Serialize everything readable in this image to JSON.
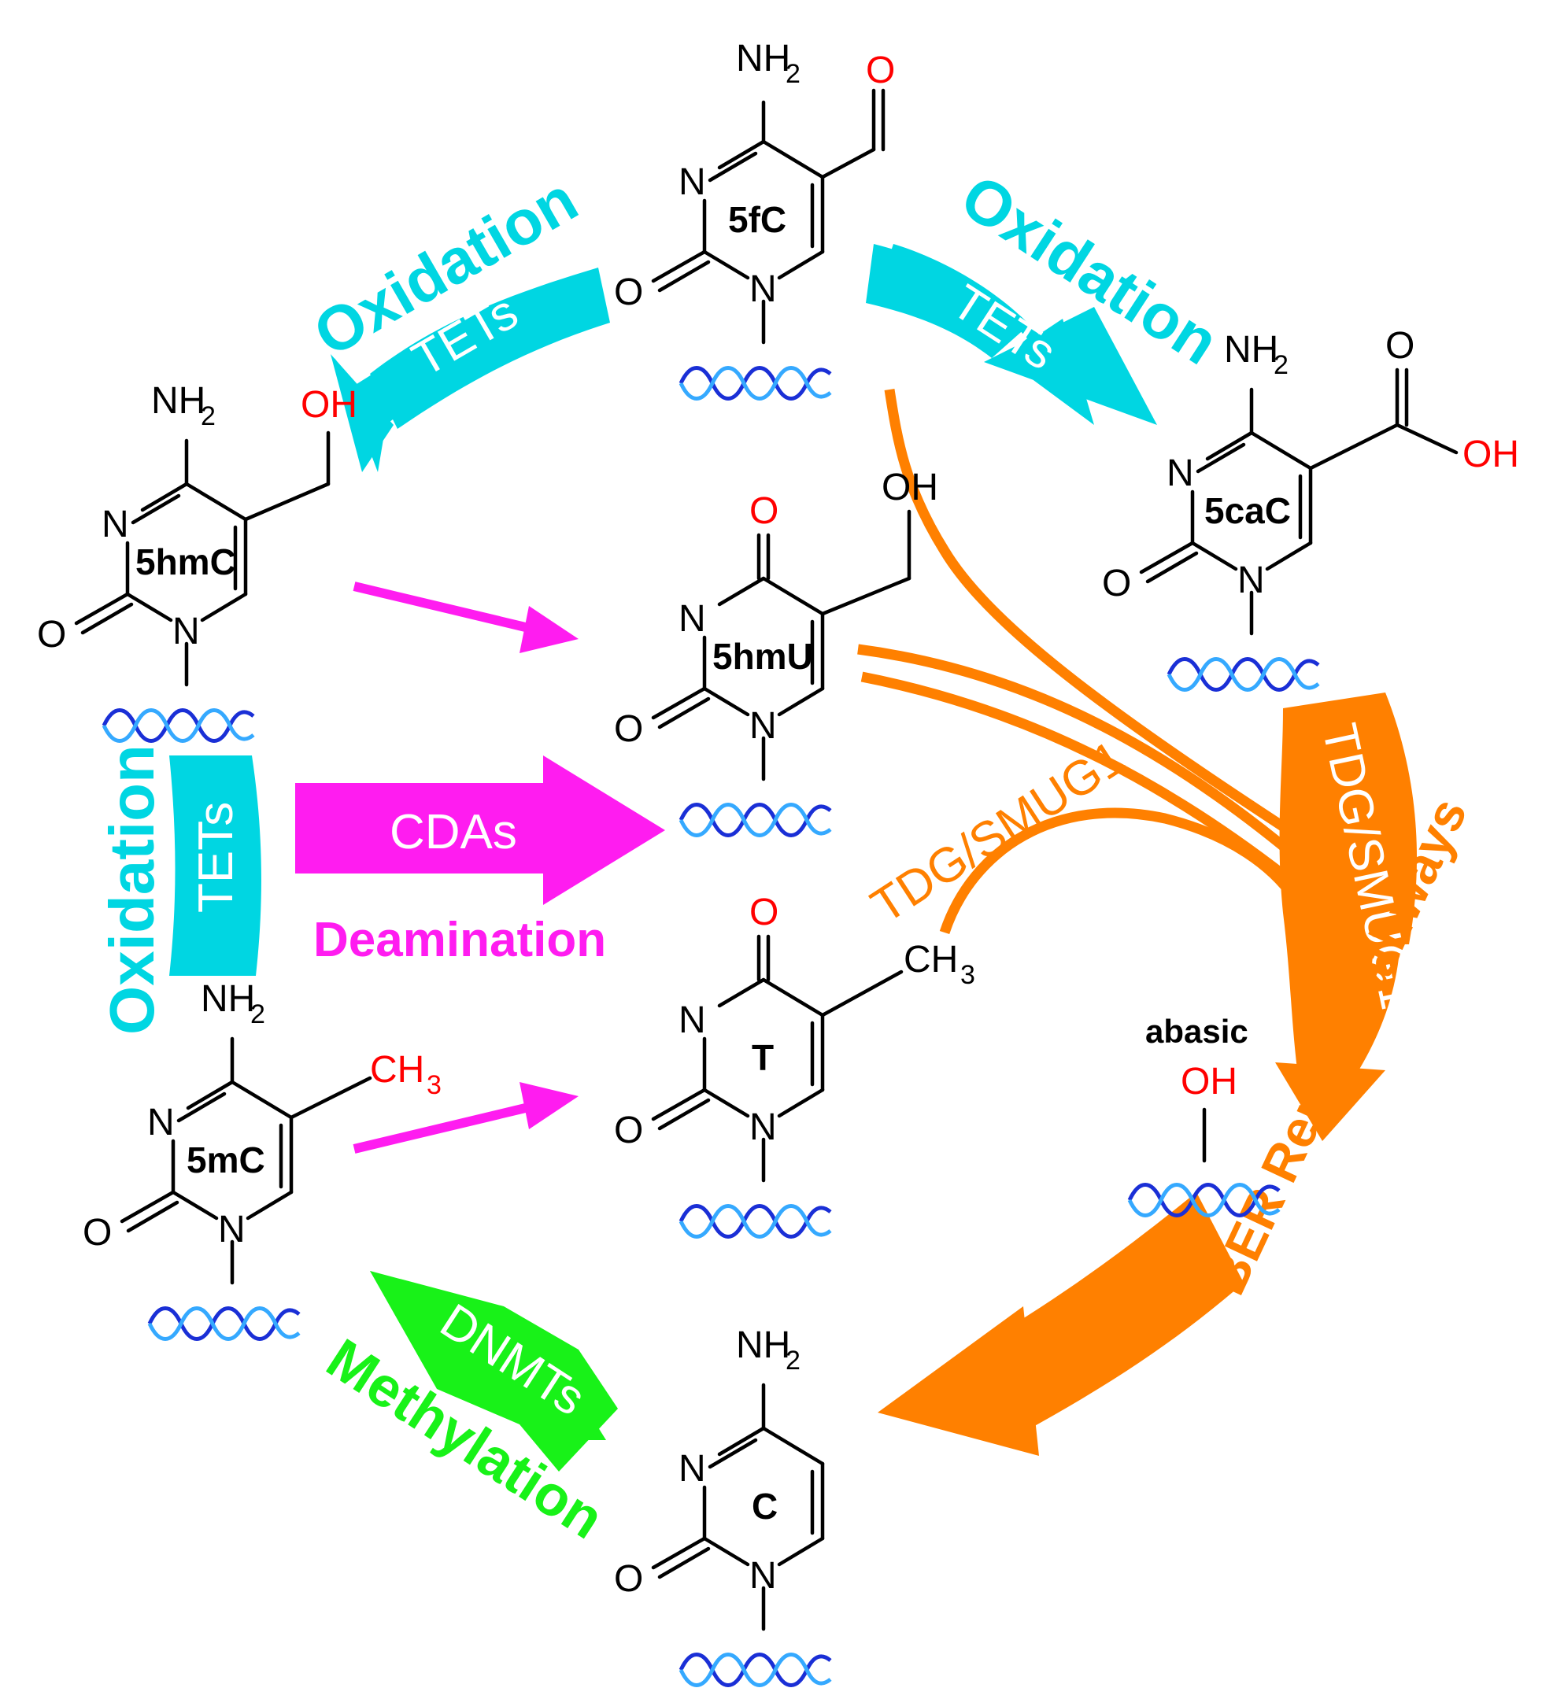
{
  "molecules": {
    "fC": {
      "name": "5fC",
      "amino": "NH",
      "amino_sub": "2",
      "ring_n3": "N",
      "ring_n1": "N",
      "carbonyl_o": "O",
      "substituent_o": "O"
    },
    "caC": {
      "name": "5caC",
      "amino": "NH",
      "amino_sub": "2",
      "ring_n3": "N",
      "ring_n1": "N",
      "carbonyl_o": "O",
      "acid_o": "O",
      "acid_oh": "OH"
    },
    "hmC": {
      "name": "5hmC",
      "amino": "NH",
      "amino_sub": "2",
      "ring_n3": "N",
      "ring_n1": "N",
      "carbonyl_o": "O",
      "hydroxyl": "OH"
    },
    "hmU": {
      "name": "5hmU",
      "keto_o": "O",
      "ring_n3": "N",
      "ring_n1": "N",
      "carbonyl_o": "O",
      "hydroxyl": "OH"
    },
    "T": {
      "name": "T",
      "keto_o": "O",
      "ring_n3": "N",
      "ring_n1": "N",
      "carbonyl_o": "O",
      "methyl": "CH",
      "methyl_sub": "3"
    },
    "mC": {
      "name": "5mC",
      "amino": "NH",
      "amino_sub": "2",
      "ring_n3": "N",
      "ring_n1": "N",
      "carbonyl_o": "O",
      "methyl": "CH",
      "methyl_sub": "3"
    },
    "C": {
      "name": "C",
      "amino": "NH",
      "amino_sub": "2",
      "ring_n3": "N",
      "ring_n1": "N",
      "carbonyl_o": "O"
    },
    "abasic": {
      "name": "abasic",
      "hydroxyl": "OH"
    }
  },
  "arrows": {
    "oxidation_top_left": {
      "enzyme": "TETs",
      "process": "Oxidation"
    },
    "oxidation_top_right": {
      "enzyme": "TETs",
      "process": "Oxidation"
    },
    "oxidation_left": {
      "enzyme": "TETs",
      "process": "Oxidation"
    },
    "deamination": {
      "enzyme": "CDAs",
      "process": "Deamination"
    },
    "methylation": {
      "enzyme": "DNMTs",
      "process": "Methylation"
    },
    "ber": {
      "enzyme": "TDG/SMUG1",
      "process": "BER Repair Pathways"
    },
    "thymine_excision": {
      "enzyme": "TDG/SMUG1"
    }
  },
  "colors": {
    "oxidation": "#00d6e2",
    "deamination": "#ff1cf0",
    "methylation": "#18f218",
    "repair": "#ff8000",
    "heteroatom_red": "#ff0000",
    "dna_dark": "#1a2fd6",
    "dna_light": "#35a9ff"
  }
}
